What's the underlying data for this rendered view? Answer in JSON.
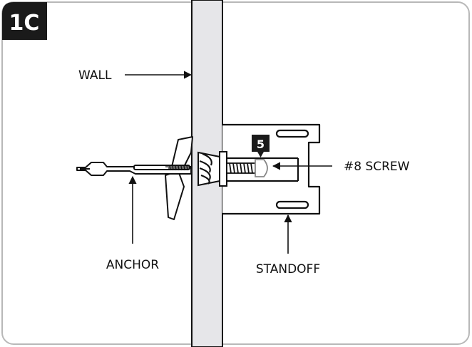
{
  "step_badge": "1C",
  "marker_number": "5",
  "labels": {
    "wall": "WALL",
    "screw": "#8 SCREW",
    "anchor": "ANCHOR",
    "standoff": "STANDOFF"
  },
  "colors": {
    "ink": "#111111",
    "wall_fill": "#e6e6e9",
    "frame": "#b8b8b8",
    "badge": "#1a1a1a"
  }
}
